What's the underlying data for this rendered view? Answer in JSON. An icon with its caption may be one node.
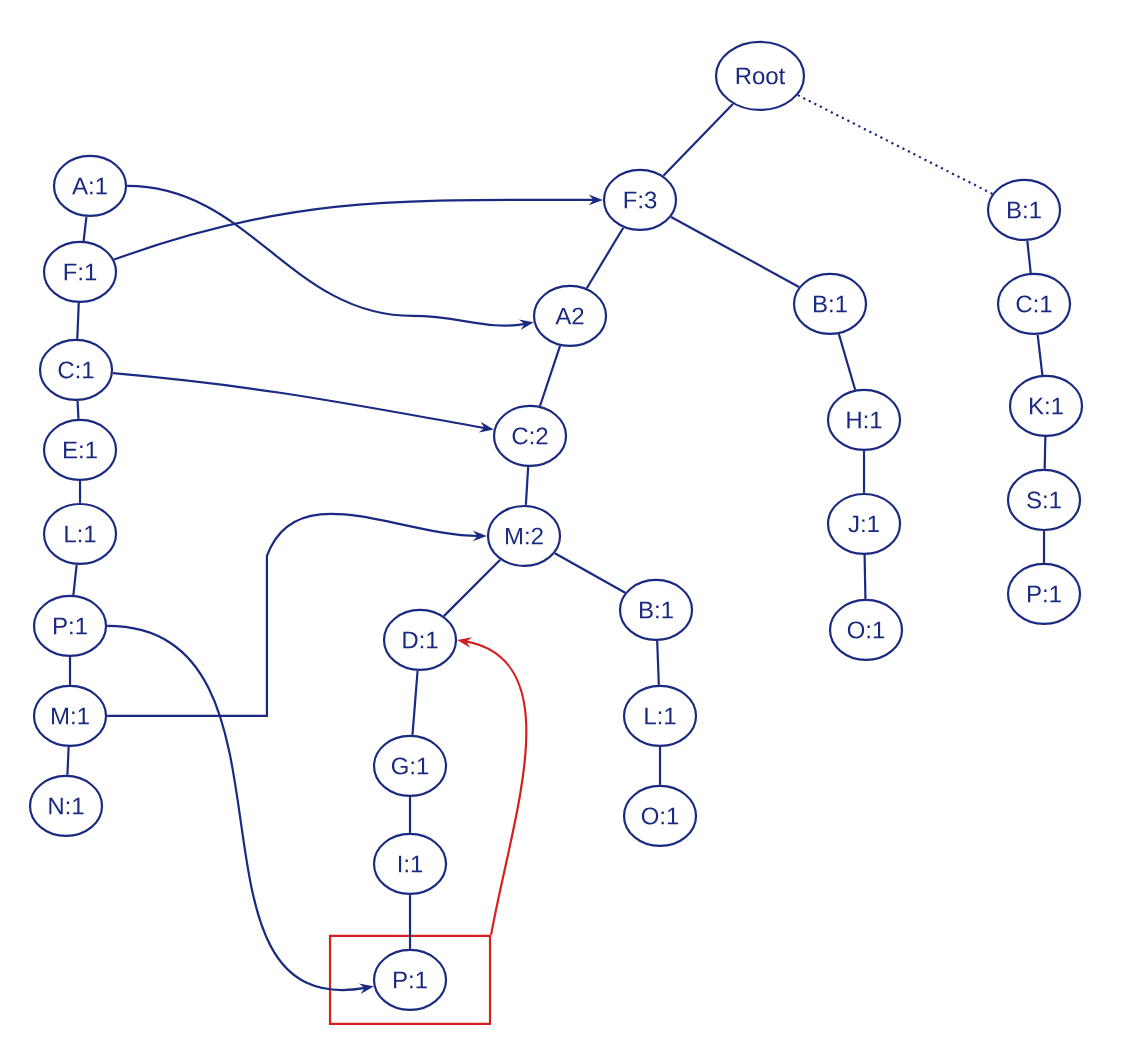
{
  "diagram": {
    "nodes": [
      {
        "text": [
          "Root"
        ]
      },
      {
        "text": [
          "F:3"
        ]
      },
      {
        "text": [
          "A2"
        ]
      },
      {
        "text": [
          "C:2"
        ]
      },
      {
        "text": [
          "M:2"
        ]
      },
      {
        "text": [
          "D:1"
        ]
      },
      {
        "text": [
          "G:1"
        ]
      },
      {
        "text": [
          "I:1"
        ]
      },
      {
        "text": [],
        "shape": "box"
      },
      {
        "text": [
          "P:1"
        ],
        "in": 8
      },
      {
        "text": [
          "B:1"
        ]
      },
      {
        "text": [
          "L:1"
        ]
      },
      {
        "text": [
          "O:1"
        ]
      },
      {
        "text": [
          "B:1"
        ]
      },
      {
        "text": [
          "H:1"
        ]
      },
      {
        "text": [
          "J:1"
        ]
      },
      {
        "text": [
          "O:1"
        ]
      },
      {
        "text": [
          "B:1"
        ]
      },
      {
        "text": [
          "C:1"
        ]
      },
      {
        "text": [
          "K:1"
        ]
      },
      {
        "text": [
          "S:1"
        ]
      },
      {
        "text": [
          "P:1"
        ]
      },
      {
        "text": [
          "A:1"
        ]
      },
      {
        "text": [
          "F:1"
        ]
      },
      {
        "text": [
          "C:1"
        ]
      },
      {
        "text": [
          "E:1"
        ]
      },
      {
        "text": [
          "L:1"
        ]
      },
      {
        "text": [
          "P:1"
        ]
      },
      {
        "text": [
          "M:1"
        ]
      },
      {
        "text": [
          "N:1"
        ]
      }
    ],
    "edges": [
      {
        "from": 0,
        "to": 1,
        "arrow": "none"
      },
      {
        "from": 1,
        "to": 2,
        "arrow": "none"
      },
      {
        "from": 2,
        "to": 3,
        "arrow": "none"
      },
      {
        "from": 3,
        "to": 4,
        "arrow": "none"
      },
      {
        "from": 4,
        "to": 5,
        "arrow": "none"
      },
      {
        "from": 5,
        "to": 6,
        "arrow": "none"
      },
      {
        "from": 6,
        "to": 7,
        "arrow": "none"
      },
      {
        "from": 7,
        "to": 9,
        "arrow": "none"
      },
      {
        "from": 4,
        "to": 10,
        "arrow": "none"
      },
      {
        "from": 10,
        "to": 11,
        "arrow": "none"
      },
      {
        "from": 11,
        "to": 12,
        "arrow": "none"
      },
      {
        "from": 1,
        "to": 13,
        "arrow": "none"
      },
      {
        "from": 13,
        "to": 14,
        "arrow": "none"
      },
      {
        "from": 14,
        "to": 15,
        "arrow": "none"
      },
      {
        "from": 15,
        "to": 16,
        "arrow": "none"
      },
      {
        "from": 0,
        "to": 17,
        "arrow": "none",
        "style": "dashed"
      },
      {
        "from": 17,
        "to": 18,
        "arrow": "none"
      },
      {
        "from": 18,
        "to": 19,
        "arrow": "none"
      },
      {
        "from": 19,
        "to": 20,
        "arrow": "none"
      },
      {
        "from": 20,
        "to": 21,
        "arrow": "none"
      },
      {
        "from": 22,
        "to": 23,
        "arrow": "none"
      },
      {
        "from": 23,
        "to": 24,
        "arrow": "none"
      },
      {
        "from": 24,
        "to": 25,
        "arrow": "none"
      },
      {
        "from": 25,
        "to": 26,
        "arrow": "none"
      },
      {
        "from": 26,
        "to": 27,
        "arrow": "none"
      },
      {
        "from": 27,
        "to": 28,
        "arrow": "none"
      },
      {
        "from": 28,
        "to": 29,
        "arrow": "none"
      },
      {
        "from": 22,
        "to": 2,
        "arrow": "to"
      },
      {
        "from": 23,
        "to": 1,
        "arrow": "to"
      },
      {
        "from": 24,
        "to": 3,
        "arrow": "to"
      },
      {
        "from": 28,
        "to": 4,
        "arrow": "to"
      },
      {
        "from": 27,
        "to": 9,
        "arrow": "to"
      },
      {
        "from": 8,
        "to": 5,
        "arrow": "to",
        "color": "#d42020"
      }
    ]
  }
}
